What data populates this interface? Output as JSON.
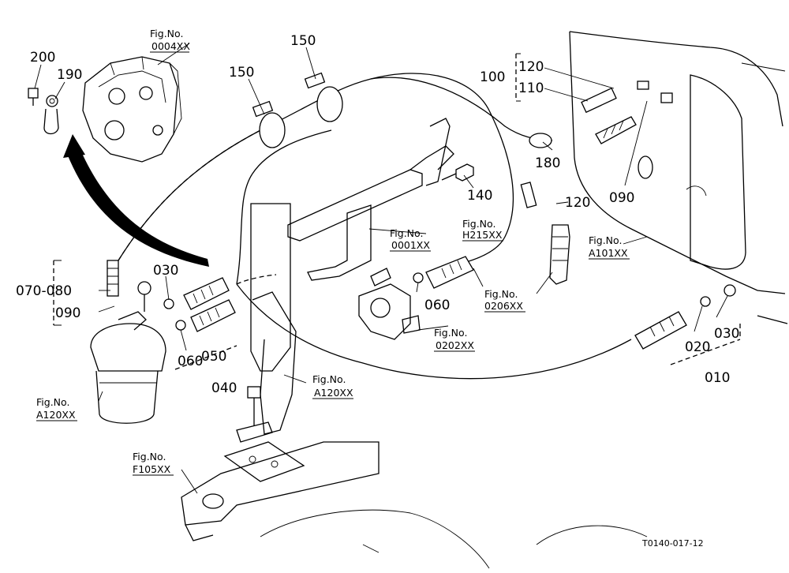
{
  "figure_ref": "T0140-017-12",
  "fig_prefix": "Fig.No.",
  "callouts": {
    "p200": "200",
    "p190": "190",
    "p150a": "150",
    "p150b": "150",
    "p100": "100",
    "p120a": "120",
    "p110": "110",
    "p180": "180",
    "p090a": "090",
    "p140": "140",
    "p120b": "120",
    "p070_080": "070-080",
    "p090b": "090",
    "p030a": "030",
    "p060a": "060",
    "p050": "050",
    "p040": "040",
    "p060b": "060",
    "p020": "020",
    "p030b": "030",
    "p010": "010"
  },
  "fig_refs": {
    "f0004": "0004XX",
    "f0001": "0001XX",
    "fH215": "H215XX",
    "f0206": "0206XX",
    "fA101": "A101XX",
    "f0202": "0202XX",
    "fA120a": "A120XX",
    "fA120b": "A120XX",
    "fF105": "F105XX"
  }
}
